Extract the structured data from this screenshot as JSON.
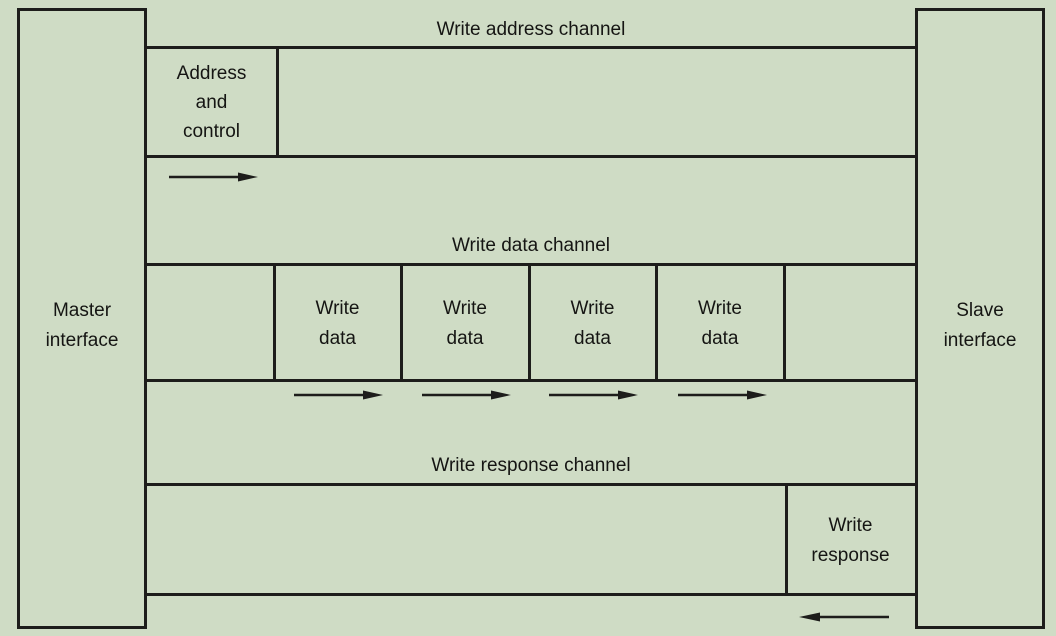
{
  "palette": {
    "background": "#cfdcc5",
    "line_color": "#1d1d1b",
    "text_color": "#151513"
  },
  "interfaces": {
    "master": {
      "lines": [
        "Master",
        "interface"
      ]
    },
    "slave": {
      "lines": [
        "Slave",
        "interface"
      ]
    }
  },
  "channels": [
    {
      "id": "write-address",
      "title": "Write address channel",
      "direction": "master-to-slave"
    },
    {
      "id": "write-data",
      "title": "Write data channel",
      "direction": "master-to-slave"
    },
    {
      "id": "write-response",
      "title": "Write response channel",
      "direction": "slave-to-master"
    }
  ],
  "payloads": {
    "address_control": {
      "lines": [
        "Address",
        "and",
        "control"
      ]
    },
    "write_data": {
      "lines": [
        "Write",
        "data"
      ],
      "count": 4
    },
    "write_response": {
      "lines": [
        "Write",
        "response"
      ]
    }
  }
}
